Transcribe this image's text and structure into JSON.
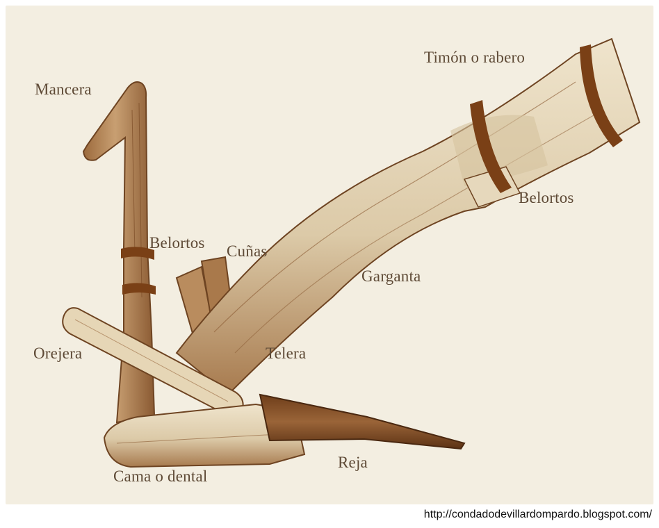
{
  "labels": {
    "mancera": "Mancera",
    "timon": "Timón o rabero",
    "belortos_top": "Belortos",
    "belortos_left": "Belortos",
    "cunas": "Cuñas",
    "garganta": "Garganta",
    "orejera": "Orejera",
    "telera": "Telera",
    "reja": "Reja",
    "cama": "Cama o dental"
  },
  "source_url": "http://condadodevillardompardo.blogspot.com/",
  "colors": {
    "wood": "#e2d4b9",
    "wood_dark": "#8a5a32",
    "band": "#7a4016",
    "label": "#5e4a36",
    "paper": "#f3eee1"
  }
}
